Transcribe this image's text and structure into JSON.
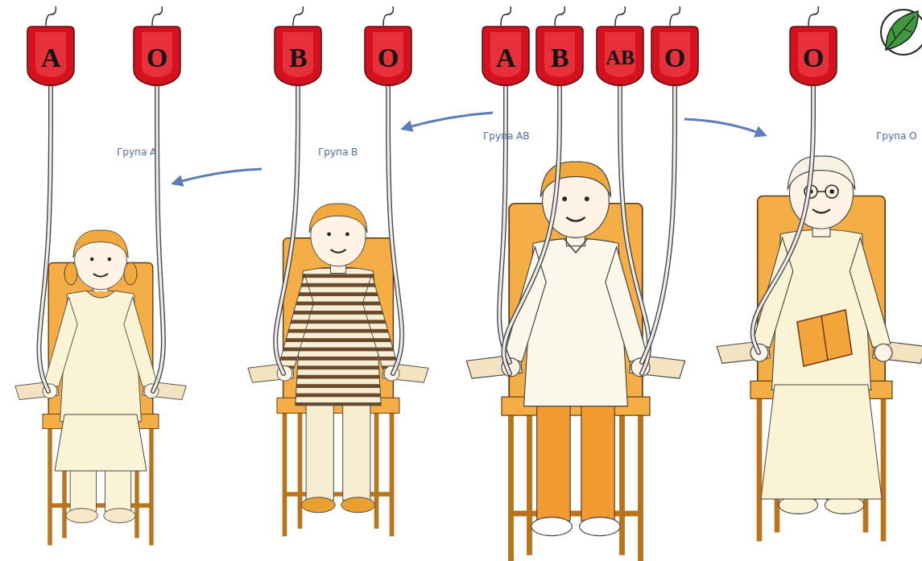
{
  "diagram": {
    "nodes": [
      {
        "text": [
          "A"
        ]
      },
      {
        "text": [
          "O"
        ]
      },
      {
        "text": [
          "B"
        ]
      },
      {
        "text": [
          "O"
        ]
      },
      {
        "text": [
          "A"
        ]
      },
      {
        "text": [
          "B"
        ]
      },
      {
        "text": [
          "AB"
        ]
      },
      {
        "text": [
          "O"
        ]
      },
      {
        "text": [
          "O"
        ]
      },
      {
        "text": [
          "Група A"
        ]
      },
      {
        "text": [
          "Група B"
        ]
      },
      {
        "text": [
          "Група AB"
        ]
      },
      {
        "text": [
          "Група O"
        ]
      }
    ],
    "edges": [
      {
        "from": 0,
        "to": 9,
        "arrow": "none"
      },
      {
        "from": 1,
        "to": 9,
        "arrow": "none"
      },
      {
        "from": 2,
        "to": 10,
        "arrow": "none"
      },
      {
        "from": 3,
        "to": 10,
        "arrow": "none"
      },
      {
        "from": 4,
        "to": 11,
        "arrow": "none"
      },
      {
        "from": 5,
        "to": 11,
        "arrow": "none"
      },
      {
        "from": 6,
        "to": 11,
        "arrow": "none"
      },
      {
        "from": 7,
        "to": 11,
        "arrow": "none"
      },
      {
        "from": 8,
        "to": 12,
        "arrow": "none"
      }
    ]
  }
}
